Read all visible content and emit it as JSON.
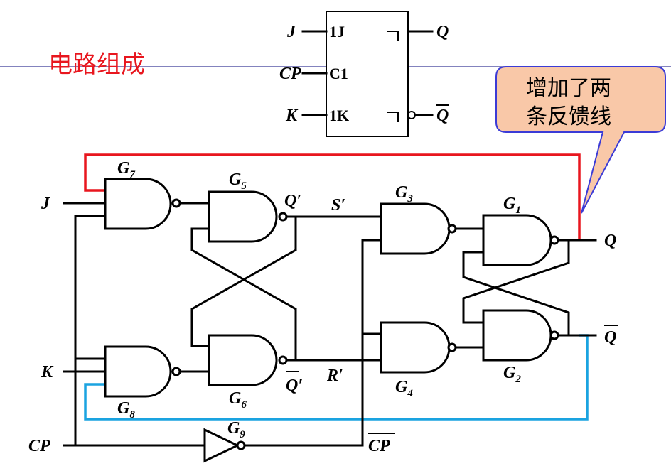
{
  "title": "电路组成",
  "callout": {
    "line1": "增加了两",
    "line2": "条反馈线"
  },
  "symbol": {
    "inputs": [
      "J",
      "CP",
      "K"
    ],
    "pins": [
      "1J",
      "C1",
      "1K"
    ],
    "outputs": [
      "Q",
      "Q"
    ]
  },
  "gates": {
    "g7": {
      "name": "G",
      "sub": "7"
    },
    "g5": {
      "name": "G",
      "sub": "5"
    },
    "g8": {
      "name": "G",
      "sub": "8"
    },
    "g6": {
      "name": "G",
      "sub": "6"
    },
    "g3": {
      "name": "G",
      "sub": "3"
    },
    "g4": {
      "name": "G",
      "sub": "4"
    },
    "g1": {
      "name": "G",
      "sub": "1"
    },
    "g2": {
      "name": "G",
      "sub": "2"
    },
    "g9": {
      "name": "G",
      "sub": "9"
    }
  },
  "signals": {
    "j": "J",
    "k": "K",
    "cp": "CP",
    "cp_bar": "CP",
    "q_prime": "Q′",
    "q_bar_prime": "Q′",
    "s_prime": "S′",
    "r_prime": "R′",
    "q": "Q",
    "q_bar": "Q"
  },
  "colors": {
    "feedback_q": "#e8161e",
    "feedback_qbar": "#1aa3e0",
    "callout_fill": "#f9c8a8",
    "callout_stroke": "#3b3bd6",
    "title": "#e8161e",
    "rule": "#5a5aa8"
  }
}
